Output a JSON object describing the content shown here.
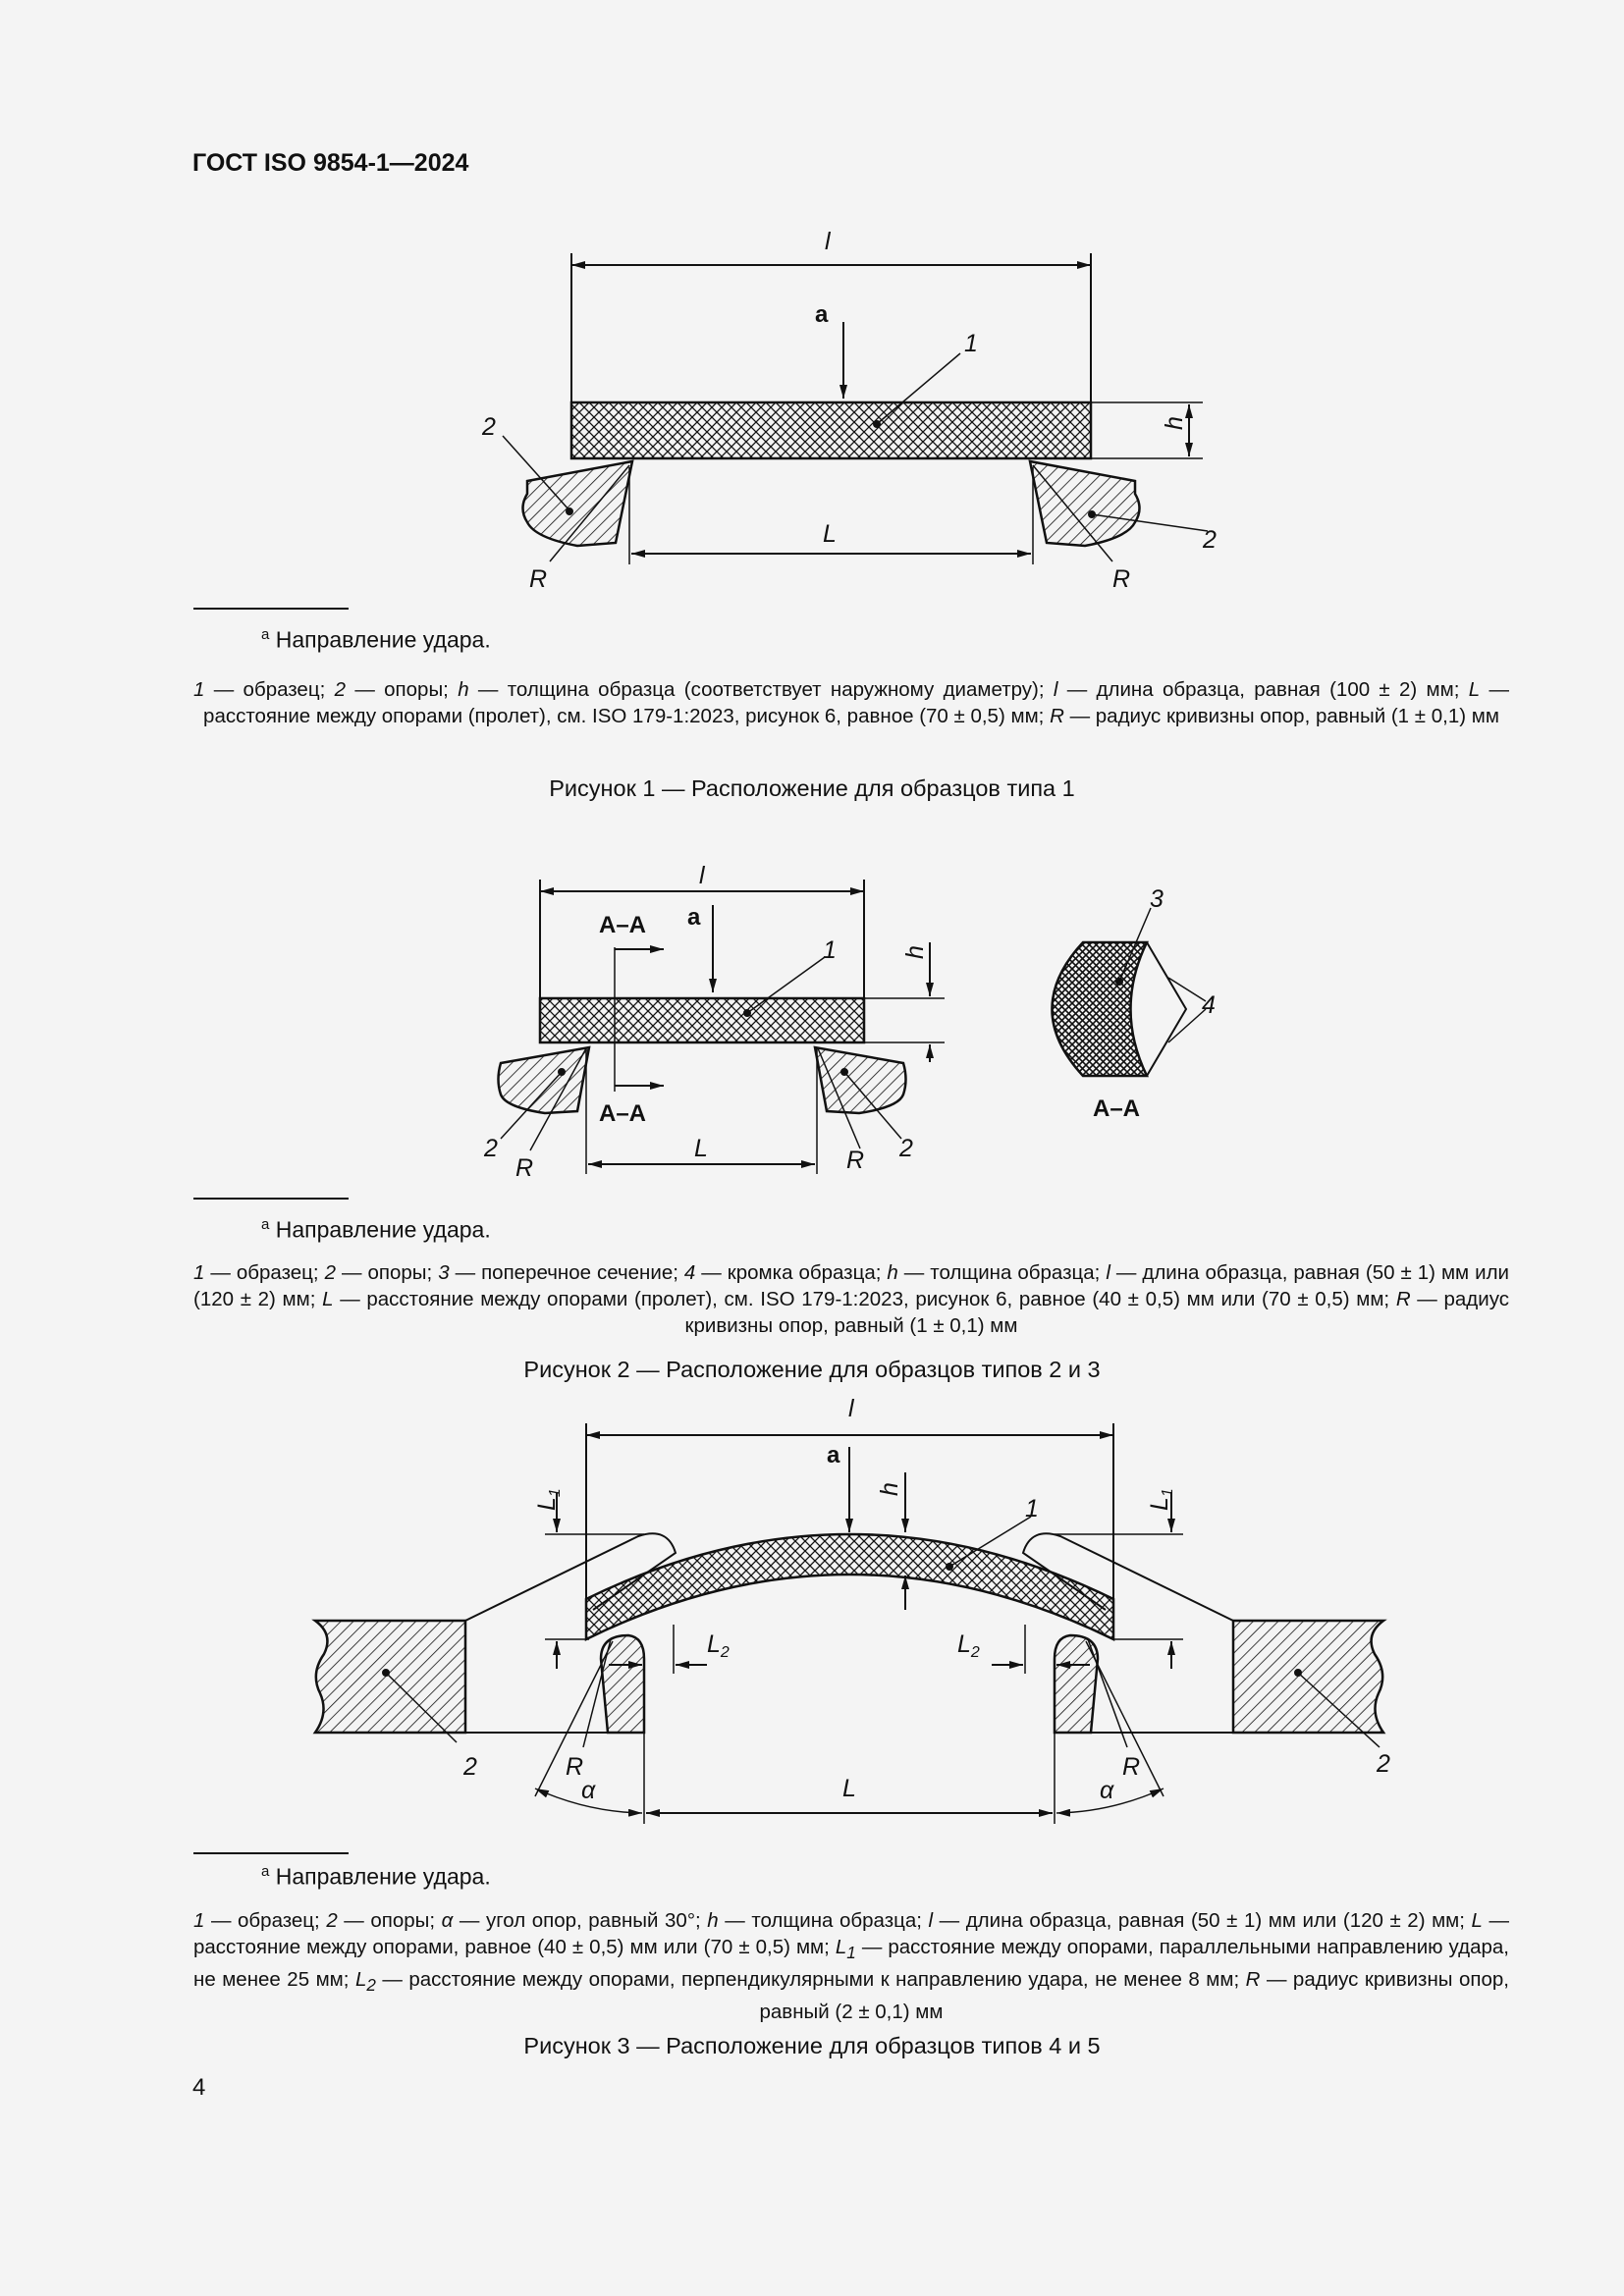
{
  "header": {
    "title": "ГОСТ ISO 9854-1—2024"
  },
  "page_number": "4",
  "figures": [
    {
      "labels": {
        "l": "l",
        "a": "a",
        "one": "1",
        "two": "2",
        "h": "h",
        "L": "L",
        "R": "R"
      },
      "footnote": {
        "mark": "a",
        "text": "Направление удара."
      },
      "legend": [
        {
          "key": "1",
          "desc": "образец"
        },
        {
          "key": "2",
          "desc": "опоры"
        },
        {
          "key": "h",
          "desc": "толщина образца (соответствует наружному диаметру)"
        },
        {
          "key": "l",
          "desc": "длина образца, равная (100 ± 2) мм"
        },
        {
          "key": "L",
          "desc": "расстояние между опорами (пролет), см. ISO 179-1:2023, рисунок 6, равное (70 ± 0,5) мм"
        },
        {
          "key": "R",
          "desc": "радиус кривизны опор, равный (1 ± 0,1) мм"
        }
      ],
      "caption": "Рисунок 1 — Расположение для образцов типа 1"
    },
    {
      "labels": {
        "l": "l",
        "a": "a",
        "one": "1",
        "two": "2",
        "three": "3",
        "four": "4",
        "h": "h",
        "L": "L",
        "R": "R",
        "section": "A–A"
      },
      "footnote": {
        "mark": "a",
        "text": "Направление удара."
      },
      "legend": [
        {
          "key": "1",
          "desc": "образец"
        },
        {
          "key": "2",
          "desc": "опоры"
        },
        {
          "key": "3",
          "desc": "поперечное сечение"
        },
        {
          "key": "4",
          "desc": "кромка образца"
        },
        {
          "key": "h",
          "desc": "толщина образца"
        },
        {
          "key": "l",
          "desc": "длина образца, равная (50 ± 1) мм или (120 ± 2) мм"
        },
        {
          "key": "L",
          "desc": "расстояние между опорами (пролет), см. ISO 179-1:2023, рисунок 6, равное (40 ± 0,5) мм или (70 ± 0,5) мм"
        },
        {
          "key": "R",
          "desc": "радиус кривизны опор, равный (1 ± 0,1) мм"
        }
      ],
      "caption": "Рисунок 2 — Расположение для образцов типов 2 и 3"
    },
    {
      "labels": {
        "l": "l",
        "a": "a",
        "one": "1",
        "two": "2",
        "h": "h",
        "L": "L",
        "L1": "L",
        "L1_sub": "1",
        "L2": "L",
        "L2_sub": "2",
        "R": "R",
        "alpha": "α"
      },
      "footnote": {
        "mark": "a",
        "text": "Направление удара."
      },
      "legend": [
        {
          "key": "1",
          "desc": "образец"
        },
        {
          "key": "2",
          "desc": "опоры"
        },
        {
          "key": "α",
          "desc": "угол опор, равный 30°"
        },
        {
          "key": "h",
          "desc": "толщина образца"
        },
        {
          "key": "l",
          "desc": "длина образца, равная (50 ± 1) мм или (120 ± 2) мм"
        },
        {
          "key": "L",
          "desc": "расстояние между опорами, равное (40 ± 0,5) мм или (70 ± 0,5) мм"
        },
        {
          "key": "L",
          "sub": "1",
          "desc": "расстояние между опорами, параллельными направлению удара, не менее 25 мм"
        },
        {
          "key": "L",
          "sub": "2",
          "desc": "расстояние между опорами, перпендикулярными к направлению удара, не менее 8 мм"
        },
        {
          "key": "R",
          "desc": "радиус кривизны опор, равный (2 ± 0,1) мм"
        }
      ],
      "caption": "Рисунок 3 — Расположение для образцов типов 4 и 5"
    }
  ]
}
